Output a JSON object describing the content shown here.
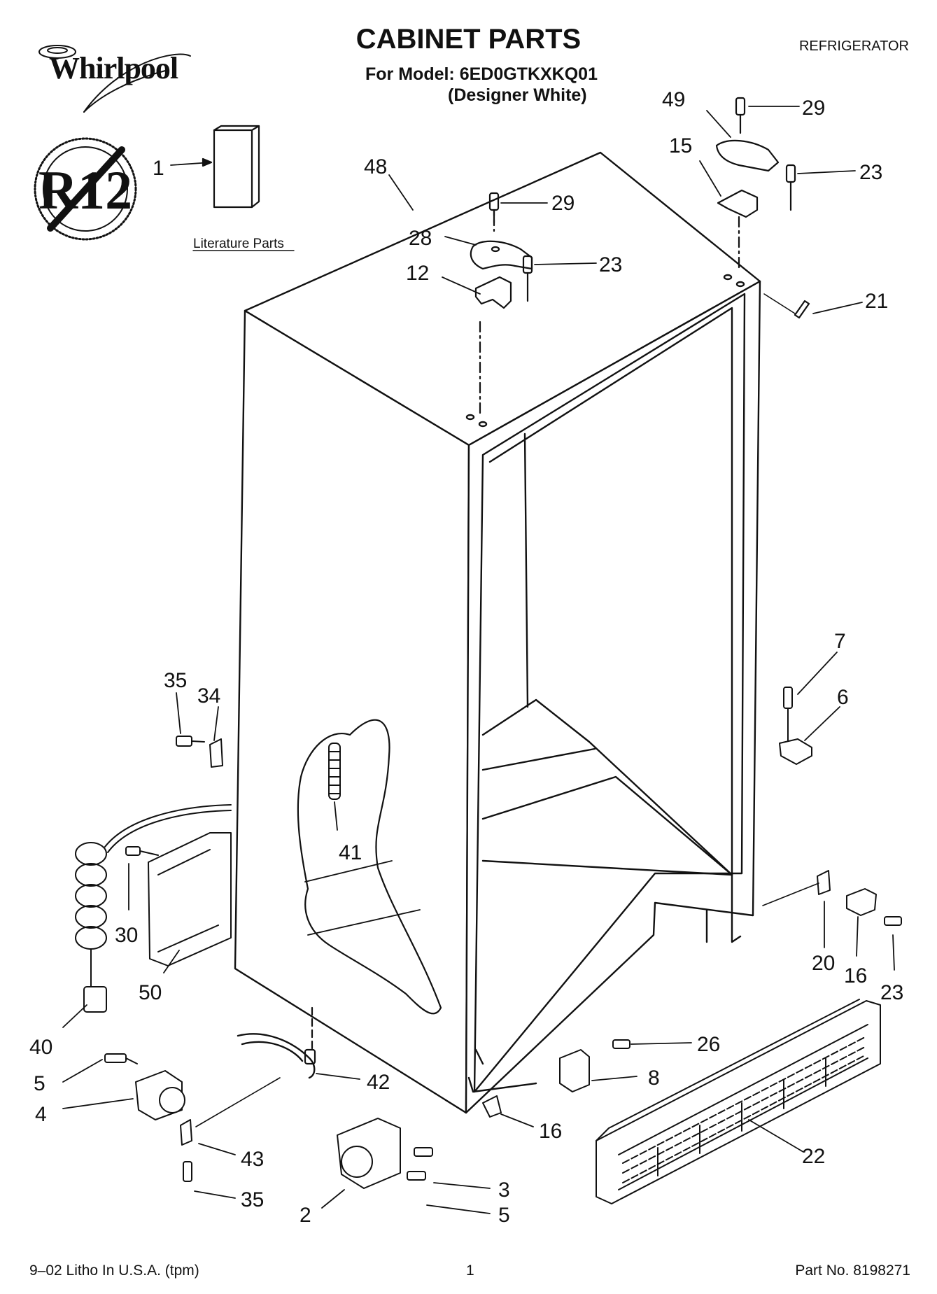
{
  "header": {
    "brand": "Whirlpool",
    "title": "CABINET PARTS",
    "model_line": "For Model: 6ED0GTKXKQ01",
    "variant": "(Designer White)",
    "category": "REFRIGERATOR"
  },
  "symbols": {
    "no_r12": "R12"
  },
  "literature_label": "Literature Parts",
  "callouts": {
    "c1": "1",
    "c48": "48",
    "c49": "49",
    "c29a": "29",
    "c15": "15",
    "c23a": "23",
    "c29b": "29",
    "c28": "28",
    "c23b": "23",
    "c12": "12",
    "c21": "21",
    "c7": "7",
    "c6": "6",
    "c35a": "35",
    "c34": "34",
    "c41": "41",
    "c30": "30",
    "c50": "50",
    "c40": "40",
    "c20": "20",
    "c16a": "16",
    "c23c": "23",
    "c26": "26",
    "c8": "8",
    "c42": "42",
    "c5a": "5",
    "c4": "4",
    "c16b": "16",
    "c43": "43",
    "c35b": "35",
    "c3": "3",
    "c5b": "5",
    "c2": "2",
    "c22": "22"
  },
  "footer": {
    "left": "9–02 Litho In U.S.A. (tpm)",
    "page": "1",
    "right": "Part No. 8198271"
  }
}
